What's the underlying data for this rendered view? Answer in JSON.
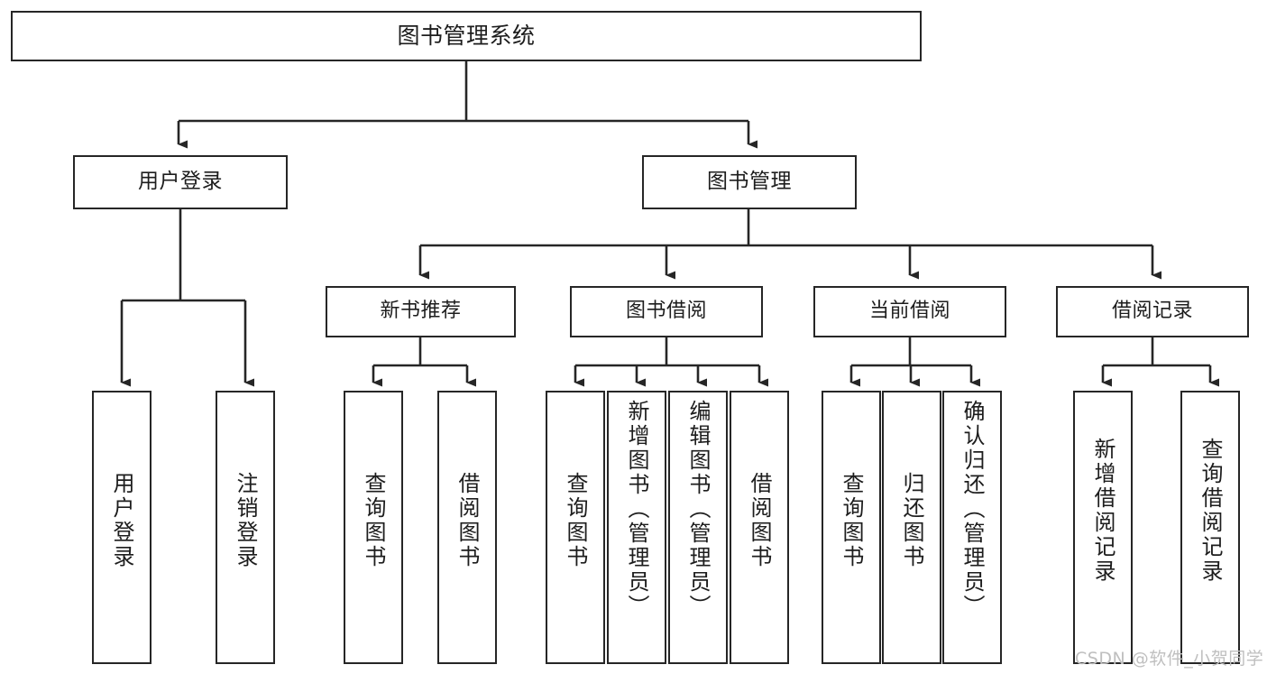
{
  "diagram": {
    "title": "图书管理系统",
    "type": "tree-hierarchy",
    "watermark": "CSDN @软件_小贺同学",
    "colors": {
      "stroke": "#262626",
      "box_fill": "#ffffff",
      "text": "#1d1d1d",
      "watermark": "#bfbfbf",
      "background": "#ffffff"
    },
    "root": {
      "label": "图书管理系统"
    },
    "level1": [
      {
        "label": "用户登录"
      },
      {
        "label": "图书管理"
      }
    ],
    "level2": [
      {
        "label": "新书推荐"
      },
      {
        "label": "图书借阅"
      },
      {
        "label": "当前借阅"
      },
      {
        "label": "借阅记录"
      }
    ],
    "leaves": {
      "user_login": [
        {
          "label": "用户登录"
        },
        {
          "label": "注销登录"
        }
      ],
      "new_book_recommend": [
        {
          "label": "查询图书"
        },
        {
          "label": "借阅图书"
        }
      ],
      "book_borrow": [
        {
          "label": "查询图书"
        },
        {
          "label": "新增图书（管理员）"
        },
        {
          "label": "编辑图书（管理员）"
        },
        {
          "label": "借阅图书"
        }
      ],
      "current_borrow": [
        {
          "label": "查询图书"
        },
        {
          "label": "归还图书"
        },
        {
          "label": "确认归还（管理员）"
        }
      ],
      "borrow_records": [
        {
          "label": "新增借阅记录"
        },
        {
          "label": "查询借阅记录"
        }
      ]
    }
  }
}
